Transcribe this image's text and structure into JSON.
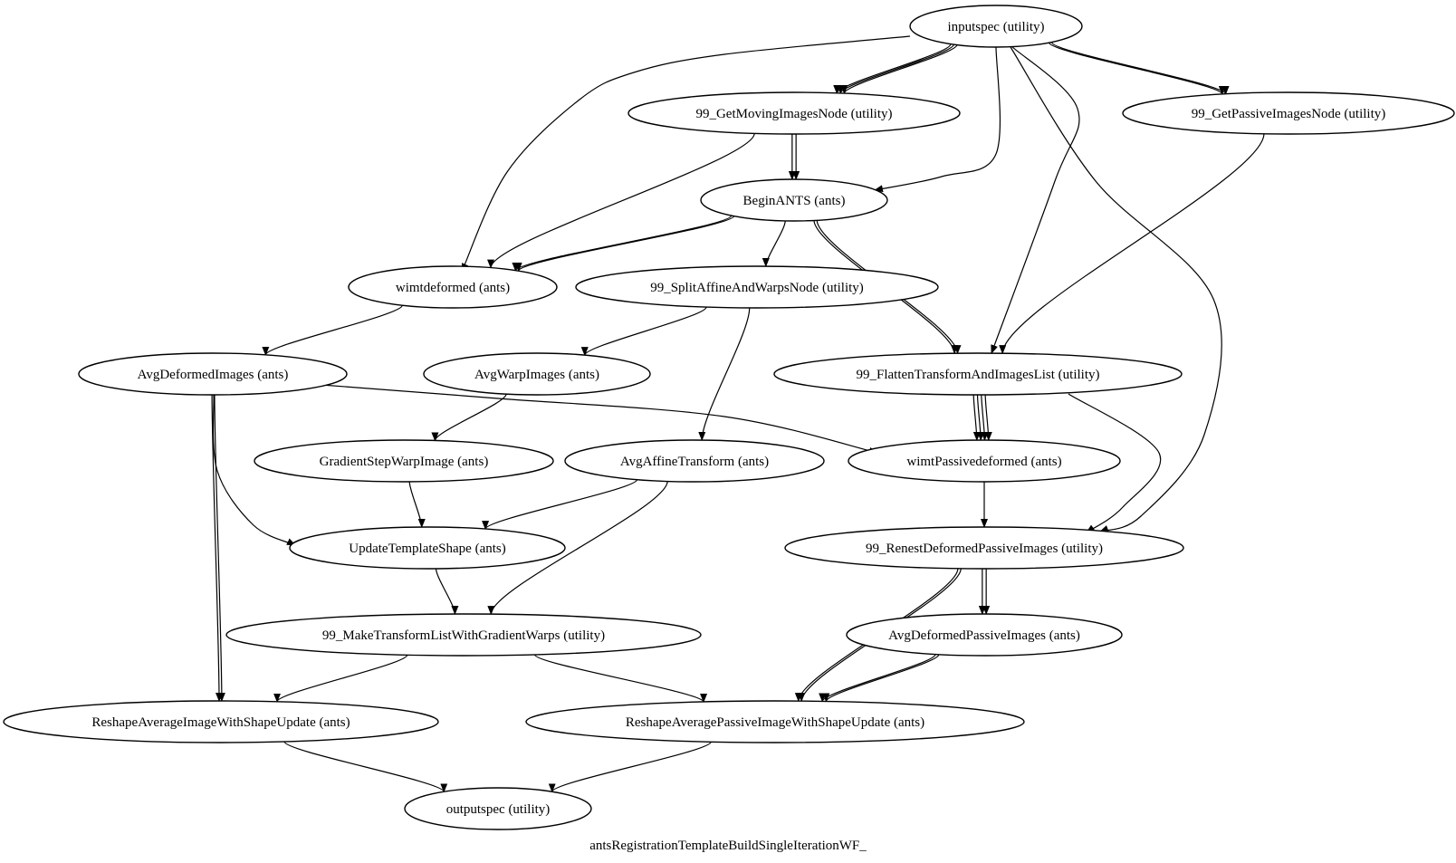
{
  "graph": {
    "caption": "antsRegistrationTemplateBuildSingleIterationWF_",
    "nodes": [
      {
        "id": "inputspec",
        "label": "inputspec (utility)"
      },
      {
        "id": "getmoving",
        "label": "99_GetMovingImagesNode (utility)"
      },
      {
        "id": "getpassive",
        "label": "99_GetPassiveImagesNode (utility)"
      },
      {
        "id": "beginants",
        "label": "BeginANTS (ants)"
      },
      {
        "id": "wimtdeformed",
        "label": "wimtdeformed (ants)"
      },
      {
        "id": "splitaffine",
        "label": "99_SplitAffineAndWarpsNode (utility)"
      },
      {
        "id": "avgdeformed",
        "label": "AvgDeformedImages (ants)"
      },
      {
        "id": "avgwarp",
        "label": "AvgWarpImages (ants)"
      },
      {
        "id": "flatten",
        "label": "99_FlattenTransformAndImagesList (utility)"
      },
      {
        "id": "gradientstep",
        "label": "GradientStepWarpImage (ants)"
      },
      {
        "id": "avgaffine",
        "label": "AvgAffineTransform (ants)"
      },
      {
        "id": "wimtpassive",
        "label": "wimtPassivedeformed (ants)"
      },
      {
        "id": "updatetemplate",
        "label": "UpdateTemplateShape (ants)"
      },
      {
        "id": "renest",
        "label": "99_RenestDeformedPassiveImages (utility)"
      },
      {
        "id": "maketransform",
        "label": "99_MakeTransformListWithGradientWarps (utility)"
      },
      {
        "id": "avgdeformedpassive",
        "label": "AvgDeformedPassiveImages (ants)"
      },
      {
        "id": "reshapeavg",
        "label": "ReshapeAverageImageWithShapeUpdate (ants)"
      },
      {
        "id": "reshapepassive",
        "label": "ReshapeAveragePassiveImageWithShapeUpdate (ants)"
      },
      {
        "id": "outputspec",
        "label": "outputspec (utility)"
      }
    ],
    "edges": [
      {
        "from": "inputspec",
        "to": "getmoving",
        "count": 3
      },
      {
        "from": "inputspec",
        "to": "getpassive",
        "count": 2
      },
      {
        "from": "inputspec",
        "to": "wimtdeformed",
        "count": 1
      },
      {
        "from": "inputspec",
        "to": "beginants",
        "count": 1
      },
      {
        "from": "inputspec",
        "to": "flatten",
        "count": 1
      },
      {
        "from": "inputspec",
        "to": "renest",
        "count": 1
      },
      {
        "from": "getmoving",
        "to": "beginants",
        "count": 2
      },
      {
        "from": "getmoving",
        "to": "wimtdeformed",
        "count": 1
      },
      {
        "from": "getpassive",
        "to": "flatten",
        "count": 1
      },
      {
        "from": "beginants",
        "to": "wimtdeformed",
        "count": 2
      },
      {
        "from": "beginants",
        "to": "splitaffine",
        "count": 1
      },
      {
        "from": "beginants",
        "to": "flatten",
        "count": 2
      },
      {
        "from": "wimtdeformed",
        "to": "avgdeformed",
        "count": 1
      },
      {
        "from": "splitaffine",
        "to": "avgwarp",
        "count": 1
      },
      {
        "from": "splitaffine",
        "to": "avgaffine",
        "count": 1
      },
      {
        "from": "avgdeformed",
        "to": "wimtpassive",
        "count": 1
      },
      {
        "from": "avgdeformed",
        "to": "updatetemplate",
        "count": 1
      },
      {
        "from": "avgdeformed",
        "to": "reshapeavg",
        "count": 2
      },
      {
        "from": "avgwarp",
        "to": "gradientstep",
        "count": 1
      },
      {
        "from": "flatten",
        "to": "wimtpassive",
        "count": 4
      },
      {
        "from": "flatten",
        "to": "renest",
        "count": 1
      },
      {
        "from": "gradientstep",
        "to": "updatetemplate",
        "count": 1
      },
      {
        "from": "avgaffine",
        "to": "updatetemplate",
        "count": 1
      },
      {
        "from": "avgaffine",
        "to": "maketransform",
        "count": 1
      },
      {
        "from": "wimtpassive",
        "to": "renest",
        "count": 1
      },
      {
        "from": "updatetemplate",
        "to": "maketransform",
        "count": 1
      },
      {
        "from": "renest",
        "to": "avgdeformedpassive",
        "count": 2
      },
      {
        "from": "renest",
        "to": "reshapepassive",
        "count": 2
      },
      {
        "from": "maketransform",
        "to": "reshapeavg",
        "count": 1
      },
      {
        "from": "maketransform",
        "to": "reshapepassive",
        "count": 1
      },
      {
        "from": "avgdeformedpassive",
        "to": "reshapepassive",
        "count": 2
      },
      {
        "from": "reshapeavg",
        "to": "outputspec",
        "count": 1
      },
      {
        "from": "reshapepassive",
        "to": "outputspec",
        "count": 1
      }
    ]
  }
}
